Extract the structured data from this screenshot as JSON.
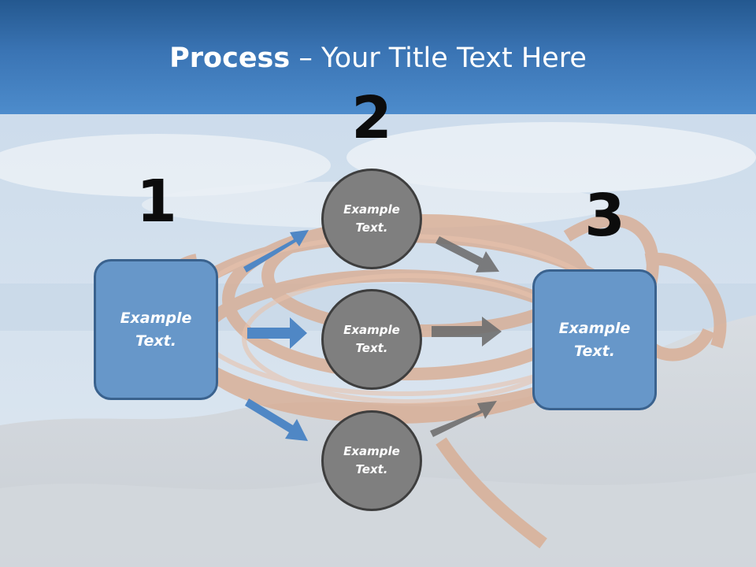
{
  "slide": {
    "title_bold": "Process",
    "title_rest": " – Your Title Text Here"
  },
  "steps": {
    "one": "1",
    "two": "2",
    "three": "3"
  },
  "left_box": {
    "line1": "Example",
    "line2": "Text."
  },
  "right_box": {
    "line1": "Example",
    "line2": "Text."
  },
  "circles": [
    {
      "line1": "Example",
      "line2": "Text."
    },
    {
      "line1": "Example",
      "line2": "Text."
    },
    {
      "line1": "Example",
      "line2": "Text."
    }
  ],
  "colors": {
    "title_bar": "#3a74b4",
    "box_fill": "#6797c9",
    "circle_fill": "#7f7f7f",
    "blue_arrow": "#4f87c5",
    "gray_arrow": "#6f6f6f"
  }
}
